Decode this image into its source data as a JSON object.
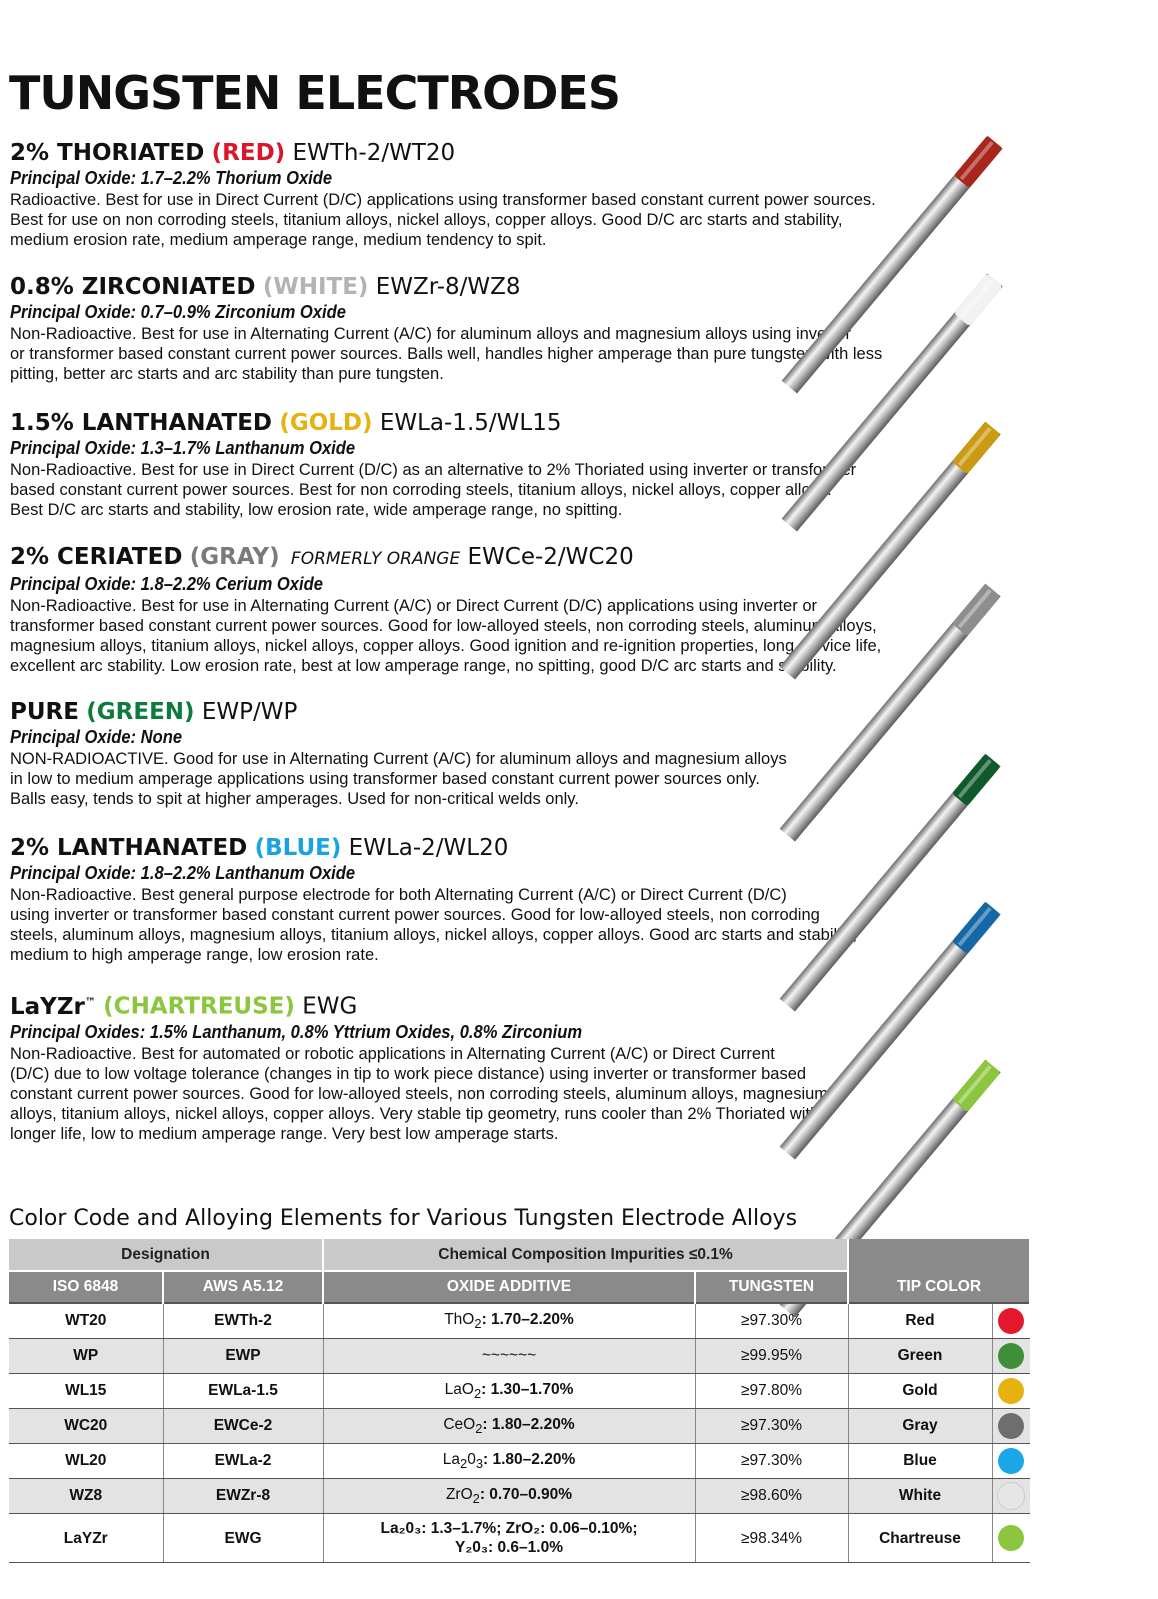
{
  "page_title": "TUNGSTEN ELECTRODES",
  "entries": [
    {
      "name": "2% THORIATED",
      "color_label": "(RED)",
      "color_hex": "#d7182a",
      "code": "EWTh-2/WT20",
      "oxide": "Principal Oxide: 1.7–2.2% Thorium Oxide",
      "description": [
        "Radioactive. Best for use in Direct Current (D/C) applications using transformer based constant current power sources.",
        "Best for use on non corroding steels, titanium alloys, nickel alloys, copper alloys. Good D/C arc starts and stability,",
        "medium erosion rate, medium amperage range, medium tendency to spit."
      ]
    },
    {
      "name": "0.8% ZIRCONIATED",
      "color_label": "(WHITE)",
      "color_hex": "#b3b3b3",
      "code": "EWZr-8/WZ8",
      "oxide": "Principal Oxide: 0.7–0.9% Zirconium Oxide",
      "description": [
        "Non-Radioactive. Best for use in Alternating Current (A/C) for aluminum alloys and magnesium alloys using inverter",
        "or transformer based constant current power sources. Balls well, handles higher amperage than pure tungsten with less",
        "pitting, better arc starts and arc stability than pure tungsten."
      ]
    },
    {
      "name": "1.5% LANTHANATED",
      "color_label": "(GOLD)",
      "color_hex": "#e6b20e",
      "code": "EWLa-1.5/WL15",
      "oxide": "Principal Oxide: 1.3–1.7% Lanthanum Oxide",
      "description": [
        "Non-Radioactive. Best for use in Direct Current (D/C) as an alternative to 2% Thoriated using inverter or transformer",
        "based constant current power sources. Best for non corroding steels, titanium alloys, nickel alloys, copper alloys.",
        "Best D/C arc starts and stability, low erosion rate, wide amperage range, no spitting."
      ]
    },
    {
      "name": "2% CERIATED",
      "color_label": "(GRAY)",
      "color_hex": "#7a7a7a",
      "formerly": "FORMERLY ORANGE",
      "code": "EWCe-2/WC20",
      "oxide": "Principal Oxide: 1.8–2.2% Cerium Oxide",
      "description": [
        "Non-Radioactive. Best for use in Alternating Current (A/C) or Direct Current (D/C) applications using inverter or",
        "transformer based constant current power sources. Good for low-alloyed steels, non corroding steels, aluminum alloys,",
        "magnesium alloys, titanium alloys, nickel alloys, copper alloys. Good ignition and re-ignition properties, long service life,",
        "excellent arc stability. Low erosion rate, best at low amperage range, no spitting, good D/C arc starts and stability."
      ]
    },
    {
      "name": "PURE",
      "color_label": "(GREEN)",
      "color_hex": "#0d7a3e",
      "code": "EWP/WP",
      "oxide": "Principal Oxide: None",
      "description": [
        "NON-RADIOACTIVE. Good for use in Alternating Current (A/C) for aluminum alloys and magnesium alloys",
        "in low to medium amperage applications using transformer based constant current power sources only.",
        "Balls easy, tends to spit at higher amperages. Used for non-critical welds only."
      ]
    },
    {
      "name": "2% LANTHANATED",
      "color_label": "(BLUE)",
      "color_hex": "#1aa3e0",
      "code": "EWLa-2/WL20",
      "oxide": "Principal Oxide: 1.8–2.2% Lanthanum Oxide",
      "description": [
        "Non-Radioactive. Best general purpose electrode for both Alternating Current (A/C) or Direct Current (D/C)",
        "using inverter or transformer based constant current power sources. Good for low-alloyed steels, non corroding",
        "steels, aluminum alloys, magnesium alloys, titanium alloys, nickel alloys, copper alloys. Good arc starts and stability,",
        "medium to high amperage range, low erosion rate."
      ]
    },
    {
      "name": "LaYZr",
      "trademark": "™",
      "color_label": "(CHARTREUSE)",
      "color_hex": "#8cc63f",
      "code": "EWG",
      "oxide": "Principal Oxides: 1.5% Lanthanum, 0.8% Yttrium Oxides, 0.8% Zirconium",
      "description": [
        "Non-Radioactive. Best for automated or robotic applications in Alternating Current (A/C) or Direct Current",
        "(D/C) due to low voltage tolerance (changes in tip to work piece distance) using inverter or transformer based",
        "constant current power sources. Good for low-alloyed steels, non corroding steels, aluminum alloys, magnesium",
        "alloys, titanium alloys, nickel alloys, copper alloys. Very stable tip geometry, runs cooler than 2% Thoriated with",
        "longer life, low to medium amperage range. Very best low amperage starts."
      ]
    }
  ],
  "rod_tips": [
    {
      "color_name": "red",
      "hex": "#a8261c"
    },
    {
      "color_name": "white",
      "hex": "#f2f2f2"
    },
    {
      "color_name": "gold",
      "hex": "#c99a12"
    },
    {
      "color_name": "gray",
      "hex": "#8e8e8e"
    },
    {
      "color_name": "green",
      "hex": "#0e5a2a"
    },
    {
      "color_name": "blue",
      "hex": "#1468a8"
    },
    {
      "color_name": "chartreuse",
      "hex": "#8cc63f"
    }
  ],
  "table": {
    "title": "Color Code and Alloying Elements for Various Tungsten Electrode Alloys",
    "group_designation": "Designation",
    "group_chemical": "Chemical Composition Impurities ≤0.1%",
    "col_iso": "ISO 6848",
    "col_aws": "AWS A5.12",
    "col_oxide": "OXIDE ADDITIVE",
    "col_tungsten": "TUNGSTEN",
    "col_tip": "TIP COLOR",
    "rows": [
      {
        "iso": "WT20",
        "aws": "EWTh-2",
        "oxide_formula": "ThO",
        "oxide_sub": "2",
        "oxide_value": ": 1.70–2.20%",
        "tungsten": "≥97.30%",
        "tip": "Red",
        "dot": "#e3182d"
      },
      {
        "iso": "WP",
        "aws": "EWP",
        "oxide_plain": "~~~~~~",
        "tungsten": "≥99.95%",
        "tip": "Green",
        "dot": "#3f8f3a"
      },
      {
        "iso": "WL15",
        "aws": "EWLa-1.5",
        "oxide_formula": "LaO",
        "oxide_sub": "2",
        "oxide_value": ": 1.30–1.70%",
        "tungsten": "≥97.80%",
        "tip": "Gold",
        "dot": "#e6b20e"
      },
      {
        "iso": "WC20",
        "aws": "EWCe-2",
        "oxide_formula": "CeO",
        "oxide_sub": "2",
        "oxide_value": ": 1.80–2.20%",
        "tungsten": "≥97.30%",
        "tip": "Gray",
        "dot": "#6e6e6e"
      },
      {
        "iso": "WL20",
        "aws": "EWLa-2",
        "oxide_formula": "La",
        "oxide_sub": "2",
        "oxide_formula2": "0",
        "oxide_sub2": "3",
        "oxide_value": ": 1.80–2.20%",
        "tungsten": "≥97.30%",
        "tip": "Blue",
        "dot": "#1ba6e8"
      },
      {
        "iso": "WZ8",
        "aws": "EWZr-8",
        "oxide_formula": "ZrO",
        "oxide_sub": "2",
        "oxide_value": ": 0.70–0.90%",
        "tungsten": "≥98.60%",
        "tip": "White",
        "dot": "#e6e6e6"
      },
      {
        "iso": "LaYZr",
        "aws": "EWG",
        "oxide_line1": "La₂0₃: 1.3–1.7%; ZrO₂: 0.06–0.10%;",
        "oxide_line2": "Y₂0₃: 0.6–1.0%",
        "tungsten": "≥98.34%",
        "tip": "Chartreuse",
        "dot": "#8cc63f"
      }
    ]
  }
}
